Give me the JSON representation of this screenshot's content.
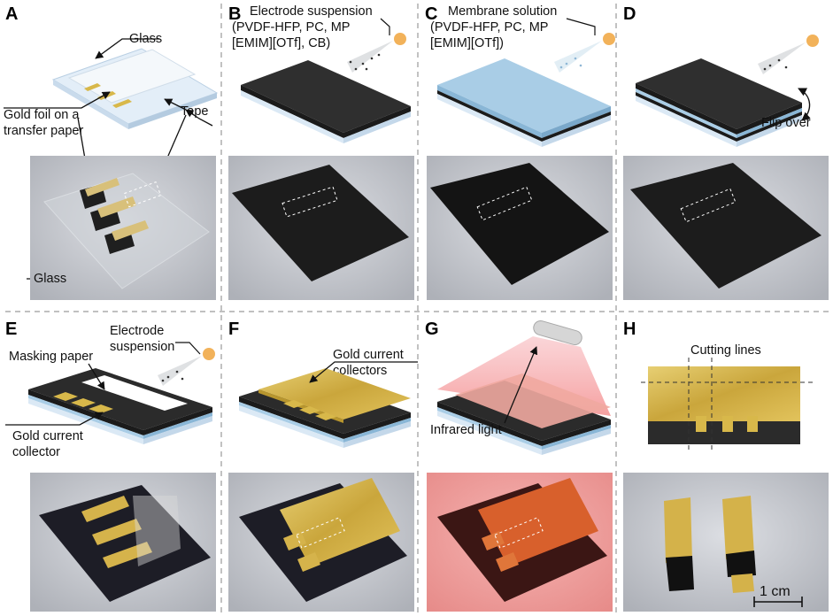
{
  "figure": {
    "panels": [
      {
        "id": "A",
        "letter": "A",
        "labels": {
          "glass_top": "Glass",
          "gold_foil_line1": "Gold foil on a",
          "gold_foil_line2": "transfer paper",
          "tape": "Tape",
          "glass_bottom": "Glass"
        }
      },
      {
        "id": "B",
        "letter": "B",
        "labels": {
          "line1": "Electrode suspension",
          "line2": "(PVDF-HFP, PC, MP",
          "line3": "[EMIM][OTf], CB)"
        }
      },
      {
        "id": "C",
        "letter": "C",
        "labels": {
          "line1": "Membrane solution",
          "line2": "(PVDF-HFP, PC, MP",
          "line3": "[EMIM][OTf])"
        }
      },
      {
        "id": "D",
        "letter": "D",
        "labels": {
          "flip": "Flip over"
        }
      },
      {
        "id": "E",
        "letter": "E",
        "labels": {
          "masking": "Masking paper",
          "electrode_line1": "Electrode",
          "electrode_line2": "suspension",
          "gold_line1": "Gold current",
          "gold_line2": "collector"
        }
      },
      {
        "id": "F",
        "letter": "F",
        "labels": {
          "line1": "Gold current",
          "line2": "collectors"
        }
      },
      {
        "id": "G",
        "letter": "G",
        "labels": {
          "infrared": "Infrared light"
        }
      },
      {
        "id": "H",
        "letter": "H",
        "labels": {
          "cutting": "Cutting lines",
          "scale": "1 cm"
        }
      }
    ],
    "colors": {
      "glass": "#dbe9f5",
      "electrode": "#2b2b2b",
      "membrane": "#a9cde6",
      "gold": "#d8b84a",
      "infrared": "#f4a6a6",
      "photo_bg": "#c9cbd2",
      "divider": "#9a9a9a"
    }
  }
}
